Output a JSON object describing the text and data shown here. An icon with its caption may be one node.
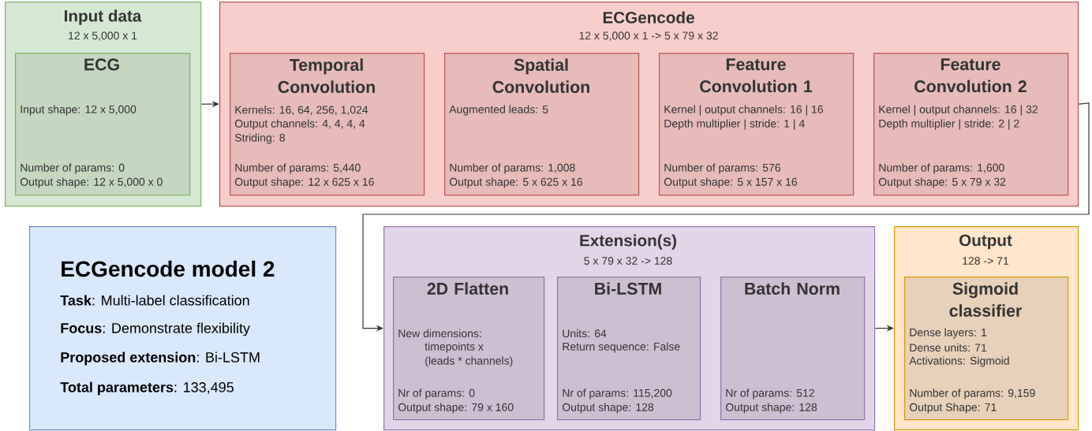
{
  "diagram": {
    "nodes": [
      {
        "text": [
          "Input data",
          "12 x 5,000 x 1"
        ]
      },
      {
        "text": [
          "ECG",
          "Input shape: 12 x 5,000",
          "Number of params: 0",
          "Output shape: 12 x 5,000 x 0"
        ],
        "in": 0
      },
      {
        "text": [
          "ECGencode",
          "12 x 5,000 x 1 -> 5 x 79 x 32"
        ]
      },
      {
        "text": [
          "Temporal Convolution",
          "Kernels: 16, 64, 256, 1,024",
          "Output channels: 4, 4, 4, 4",
          "Striding: 8",
          "Number of params: 5,440",
          "Output shape: 12 x 625 x 16"
        ],
        "in": 2
      },
      {
        "text": [
          "Spatial Convolution",
          "Augmented leads: 5",
          "Number of params: 1,008",
          "Output shape: 5 x 625 x 16"
        ],
        "in": 2
      },
      {
        "text": [
          "Feature Convolution 1",
          "Kernel | output channels: 16 | 16",
          "Depth multiplier | stride: 1 | 4",
          "Number of params: 576",
          "Output shape: 5 x 157 x 16"
        ],
        "in": 2
      },
      {
        "text": [
          "Feature Convolution 2",
          "Kernel | output channels: 16 | 32",
          "Depth multiplier | stride: 2 | 2",
          "Number of params: 1,600",
          "Output shape: 5 x 79 x 32"
        ],
        "in": 2
      },
      {
        "text": [
          "ECGencode model 2",
          "**Task**: Multi-label classification",
          "**Focus**: Demonstrate flexibility",
          "**Proposed extension**: Bi-LSTM",
          "**Total parameters**: 133,495"
        ]
      },
      {
        "text": [
          "Extension(s)",
          "5 x 79 x 32 -> 128"
        ]
      },
      {
        "text": [
          "2D Flatten",
          "New dimensions:",
          "timepoints x",
          "(leads * channels)",
          "Nr of params: 0",
          "Output shape: 79 x 160"
        ],
        "in": 8
      },
      {
        "text": [
          "Bi-LSTM",
          "Units: 64",
          "Return sequence: False",
          "Nr of params: 115,200",
          "Output shape: 128"
        ],
        "in": 8
      },
      {
        "text": [
          "Batch Norm",
          "Nr of params: 512",
          "Output shape: 128"
        ],
        "in": 8
      },
      {
        "text": [
          "Output",
          "128 -> 71"
        ]
      },
      {
        "text": [
          "Sigmoid classifier",
          "Dense layers: 1",
          "Dense units: 71",
          "Activations: Sigmoid",
          "Number of params: 9,159",
          "Output Shape: 71"
        ],
        "in": 12
      }
    ],
    "edges": [
      {
        "from": 0,
        "to": 2,
        "arrow": "to"
      },
      {
        "from": 2,
        "to": 8,
        "arrow": "to"
      },
      {
        "from": 8,
        "to": 12,
        "arrow": "to"
      }
    ]
  }
}
